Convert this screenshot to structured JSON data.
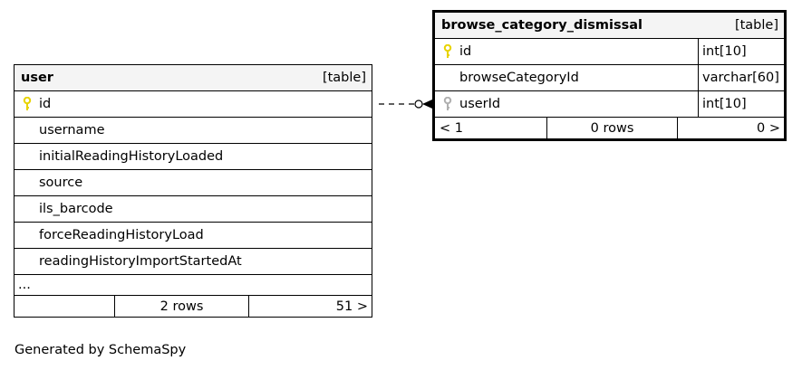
{
  "tables": [
    {
      "name": "user",
      "kind": "[table]",
      "columns": [
        {
          "name": "id",
          "key": "primary"
        },
        {
          "name": "username",
          "key": "none"
        },
        {
          "name": "initialReadingHistoryLoaded",
          "key": "none"
        },
        {
          "name": "source",
          "key": "none"
        },
        {
          "name": "ils_barcode",
          "key": "none"
        },
        {
          "name": "forceReadingHistoryLoad",
          "key": "none"
        },
        {
          "name": "readingHistoryImportStartedAt",
          "key": "none"
        }
      ],
      "more": "...",
      "footer": {
        "left": "",
        "middle": "2 rows",
        "right": "51 >"
      }
    },
    {
      "name": "browse_category_dismissal",
      "kind": "[table]",
      "columns": [
        {
          "name": "id",
          "type": "int[10]",
          "key": "primary"
        },
        {
          "name": "browseCategoryId",
          "type": "varchar[60]",
          "key": "none"
        },
        {
          "name": "userId",
          "type": "int[10]",
          "key": "foreign"
        }
      ],
      "footer": {
        "left": "< 1",
        "middle": "0 rows",
        "right": "0 >"
      }
    }
  ],
  "generated_by": "Generated by SchemaSpy",
  "colors": {
    "primary_key": "#e8d300",
    "foreign_key": "#b0b0b0",
    "header_bg": "#f4f4f4"
  }
}
